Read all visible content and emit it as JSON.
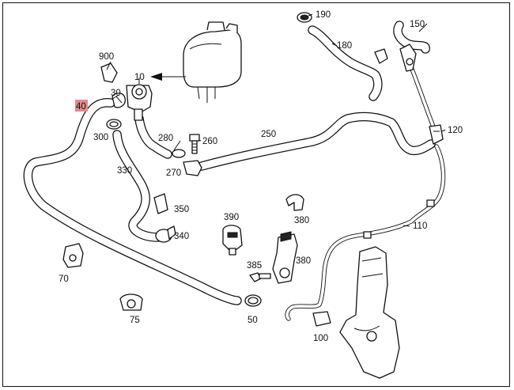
{
  "diagram": {
    "highlight_color": "#e38a8a",
    "parts": [
      {
        "id": "p190",
        "label": "190"
      },
      {
        "id": "p150",
        "label": "150"
      },
      {
        "id": "p180",
        "label": "180"
      },
      {
        "id": "p900",
        "label": "900"
      },
      {
        "id": "p10",
        "label": "10"
      },
      {
        "id": "p40",
        "label": "40",
        "highlighted": true
      },
      {
        "id": "p30",
        "label": "30"
      },
      {
        "id": "p300",
        "label": "300"
      },
      {
        "id": "p280",
        "label": "280"
      },
      {
        "id": "p260",
        "label": "260"
      },
      {
        "id": "p250",
        "label": "250"
      },
      {
        "id": "p120",
        "label": "120"
      },
      {
        "id": "p270",
        "label": "270"
      },
      {
        "id": "p330",
        "label": "330"
      },
      {
        "id": "p350",
        "label": "350"
      },
      {
        "id": "p380a",
        "label": "380"
      },
      {
        "id": "p390",
        "label": "390"
      },
      {
        "id": "p110",
        "label": "110"
      },
      {
        "id": "p340",
        "label": "340"
      },
      {
        "id": "p380b",
        "label": "380"
      },
      {
        "id": "p385",
        "label": "385"
      },
      {
        "id": "p70",
        "label": "70"
      },
      {
        "id": "p75",
        "label": "75"
      },
      {
        "id": "p50",
        "label": "50"
      },
      {
        "id": "p100",
        "label": "100"
      }
    ]
  }
}
